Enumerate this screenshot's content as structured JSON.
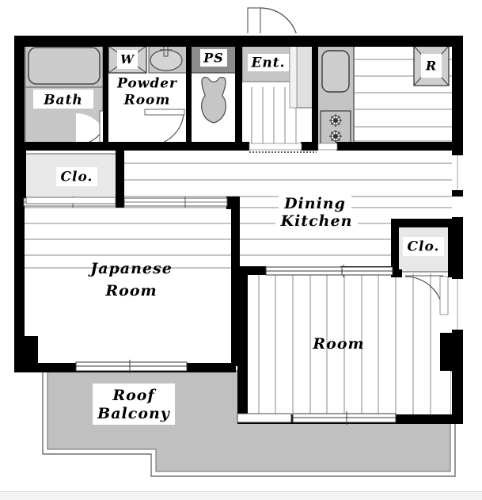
{
  "plan": {
    "title": "Apartment Floor Plan",
    "type": "residential-floor-plan",
    "colors": {
      "wall": "#000000",
      "fixture_gray": "#c9c9c9",
      "dark_gray": "#8c8c8c",
      "light_gray": "#e8e8e8",
      "balcony_gray": "#c0c0c0",
      "floor_line": "#808080",
      "background": "#ffffff"
    },
    "rooms": [
      {
        "id": "bath",
        "label": "Bath"
      },
      {
        "id": "powder",
        "label": "Powder\nRoom",
        "line1": "Powder",
        "line2": "Room"
      },
      {
        "id": "toilet",
        "label": ""
      },
      {
        "id": "entrance",
        "label": "Ent."
      },
      {
        "id": "dining_kitchen",
        "line1": "Dining",
        "line2": "Kitchen"
      },
      {
        "id": "japanese_room",
        "line1": "Japanese",
        "line2": "Room"
      },
      {
        "id": "western_room",
        "label": "Room"
      },
      {
        "id": "roof_balcony",
        "line1": "Roof",
        "line2": "Balcony"
      },
      {
        "id": "closet_left",
        "label": "Clo."
      },
      {
        "id": "closet_right",
        "label": "Clo."
      }
    ],
    "markers": {
      "pipe_shaft": "PS",
      "washing_machine": "W",
      "refrigerator": "R"
    },
    "labels": {
      "bath": "Bath",
      "powder_line1": "Powder",
      "powder_line2": "Room",
      "ps": "PS",
      "washer": "W",
      "entrance": "Ent.",
      "refrigerator": "R",
      "closet_left": "Clo.",
      "closet_right": "Clo.",
      "dining_line1": "Dining",
      "dining_line2": "Kitchen",
      "japanese_line1": "Japanese",
      "japanese_line2": "Room",
      "room": "Room",
      "balcony_line1": "Roof",
      "balcony_line2": "Balcony"
    }
  }
}
